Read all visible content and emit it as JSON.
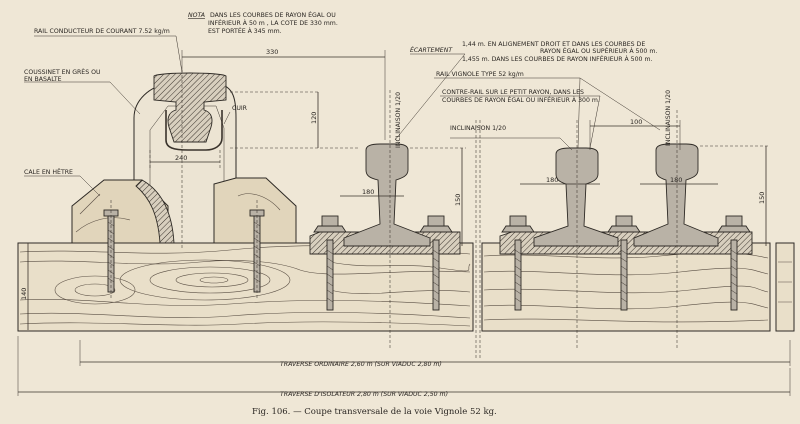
{
  "caption": "Fig. 106. — Coupe transversale de la voie Vignole 52 kg.",
  "note": {
    "prefix": "NOTA",
    "line1": "DANS LES COURBES DE RAYON ÉGAL OU",
    "line2": "INFÉRIEUR À 50 m , LA COTE DE 330 mm.",
    "line3": "EST PORTÉE À 345 mm."
  },
  "labels": {
    "rail_conducteur": "RAIL CONDUCTEUR DE COURANT 7.52 kg/m",
    "coussinet_1": "COUSSINET EN GRÈS OU",
    "coussinet_2": "EN BASALTE",
    "cuir": "CUIR",
    "cale": "CALE EN HÊTRE",
    "ecartement": "ÉCARTEMENT",
    "ecart_1": "1,44 m. EN ALIGNEMENT DROIT ET DANS LES COURBES DE",
    "ecart_2": "RAYON ÉGAL OU SUPÉRIEUR À 500 m.",
    "ecart_3": "1,455 m. DANS LES COURBES DE RAYON INFÉRIEUR À 500 m.",
    "rail_vignole": "RAIL VIGNOLE TYPE 52 kg/m",
    "contre_rail_1": "CONTRE-RAIL SUR LE PETIT RAYON, DANS LES",
    "contre_rail_2": "COURBES DE RAYON ÉGAL OU INFÉRIEUR À 300 m.",
    "inclinaison_left": "INCLINAISON 1/20",
    "inclinaison_mid": "INCLINAISON 1/20",
    "inclinaison_right": "INCLINAISON 1/20"
  },
  "dimensions": {
    "d330": "330",
    "d240": "240",
    "d120": "120",
    "d180_left": "180",
    "d180_mid": "180",
    "d180_right": "180",
    "d150_left": "150",
    "d150_right": "150",
    "d100": "100",
    "d140": "140"
  },
  "traverses": {
    "ordinaire": "TRAVERSE ORDINAIRE 2,60 m (SUR VIADUC 2,80 m)",
    "isolateur": "TRAVERSE D'ISOLATEUR 2,80 m (SUR VIADUC 2,50 m)"
  }
}
